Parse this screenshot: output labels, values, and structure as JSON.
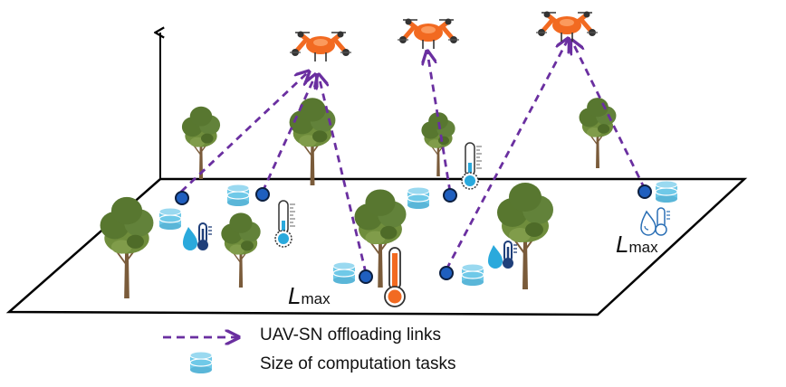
{
  "labels": {
    "lmax_symbol": "L",
    "lmax_subscript": "max"
  },
  "legend": {
    "offloading_label": "UAV-SN offloading links",
    "tasks_label": "Size of computation tasks"
  },
  "colors": {
    "link": "#6a2fa0",
    "drone": "#f26a21",
    "sensor_node": "#1f4e9a",
    "storage": "#6fc9e8",
    "thermo_cold": "#2aa9dc",
    "thermo_hot": "#f26a21",
    "tree_foliage": "#5d7c33",
    "tree_trunk": "#7a5b3a"
  },
  "icons": [
    "drone-icon",
    "tree-icon",
    "sensor-node-icon",
    "data-storage-icon",
    "thermometer-icon",
    "humidity-icon"
  ]
}
